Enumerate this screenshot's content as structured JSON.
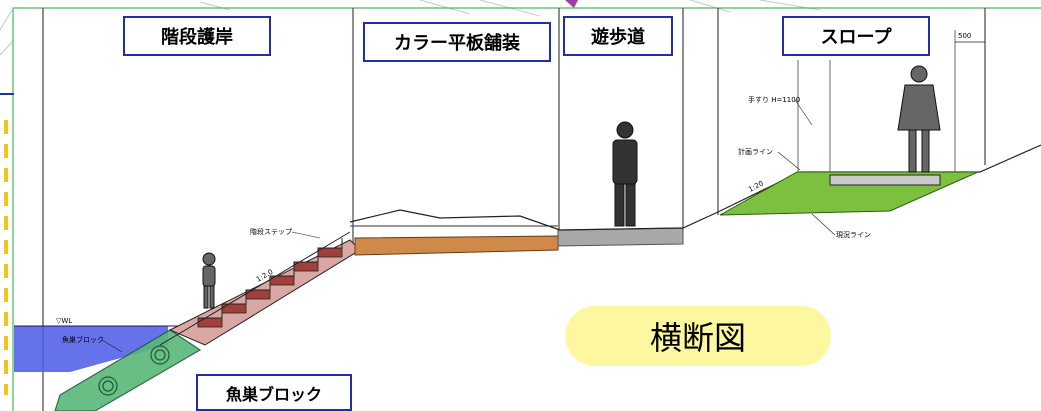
{
  "labels": {
    "stair_revetment": "階段護岸",
    "color_paving": "カラー平板舗装",
    "promenade": "遊歩道",
    "slope": "スロープ",
    "fish_block": "魚巣ブロック",
    "section_title": "横断図"
  },
  "annotations": {
    "dim_500": "500",
    "handrail": "手すり H=1100",
    "plan_line": "計画ライン",
    "existing_line": "現況ライン",
    "grade": "1:20",
    "stair_step": "階段ステップ",
    "fish_block_small": "魚巣ブロック",
    "grade_stair": "1:2.0",
    "water_level": "▽WL"
  },
  "colors": {
    "box_border": "#1f2fa8",
    "pill_fill": "#fdf7a0",
    "water": "#4b59e6",
    "green_slope": "#7cc040",
    "brick_red": "#a0403a",
    "paving_orange": "#cf8a4a",
    "walkway_gray": "#a8a8a8",
    "fish_block_green": "#59b878",
    "yellow_dash": "#f2c318",
    "frame_green": "#44b85a"
  }
}
